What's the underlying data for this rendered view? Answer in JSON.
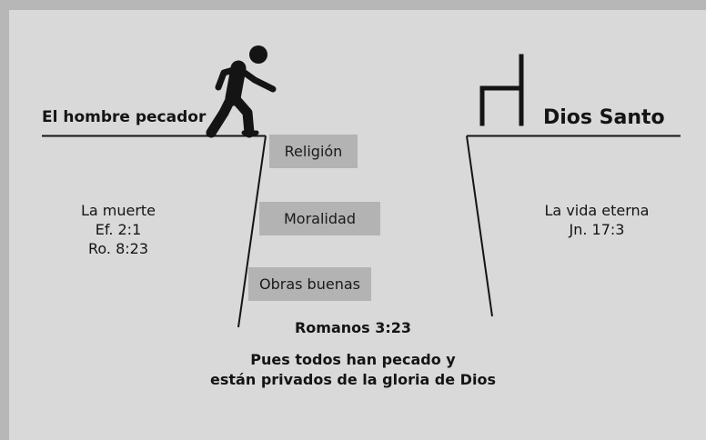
{
  "left_side": {
    "label": "El hombre pecador",
    "verses": [
      "La muerte",
      "Ef. 2:1",
      "Ro. 8:23"
    ]
  },
  "right_side": {
    "label": "Dios Santo",
    "verses": [
      "La vida eterna",
      "Jn. 17:3"
    ]
  },
  "bridge_attempts": [
    "Religión",
    "Moralidad",
    "Obras buenas"
  ],
  "scripture": {
    "reference": "Romanos 3:23",
    "text_line1": "Pues todos han pecado y",
    "text_line2": "están privados de la gloria de Dios"
  },
  "icons": {
    "person": "walking-man-icon",
    "throne": "chair-icon"
  },
  "colors": {
    "background": "#d9d9d9",
    "frame": "#b7b7b7",
    "box": "#b3b3b3",
    "ink": "#141414"
  }
}
